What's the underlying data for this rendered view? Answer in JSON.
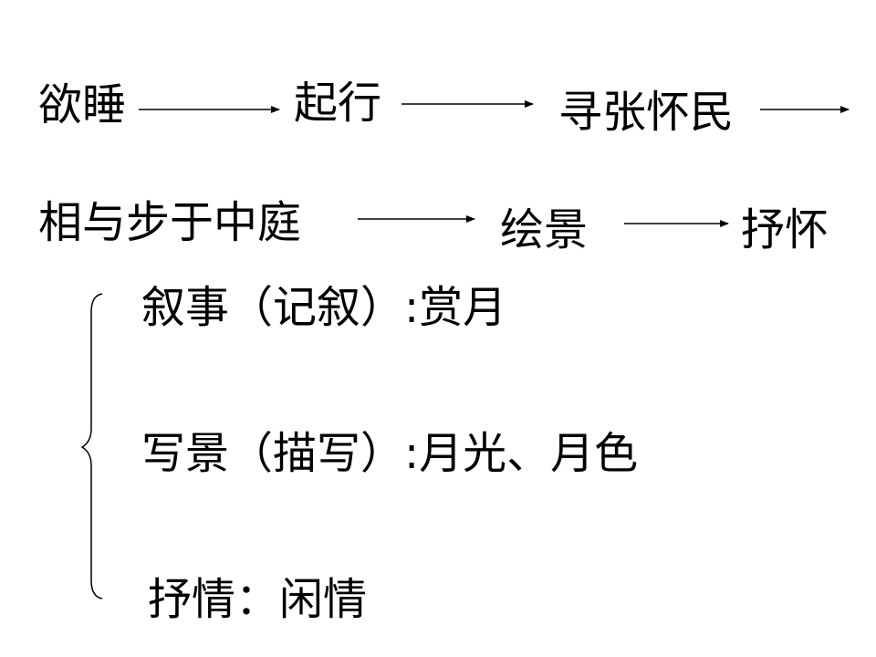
{
  "flow_row1": [
    "欲睡",
    "起行",
    "寻张怀民"
  ],
  "flow_row2": [
    "相与步于中庭",
    "绘景",
    "抒怀"
  ],
  "summary": {
    "narrative": "叙事（记叙）:赏月",
    "scenery": "写景（描写）:月光、月色",
    "emotion": "抒情：闲情"
  }
}
